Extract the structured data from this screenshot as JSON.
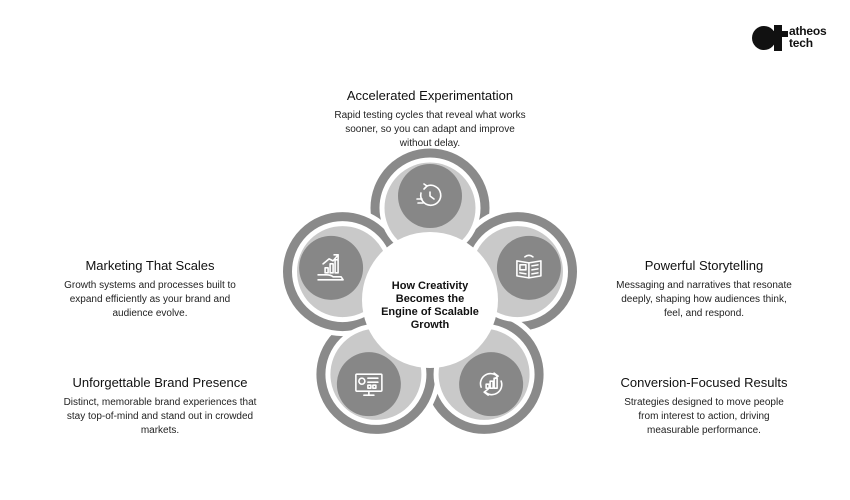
{
  "brand": {
    "line1": "atheos",
    "line2": "tech"
  },
  "center": {
    "title": "How Creativity Becomes the Engine of Scalable Growth"
  },
  "segments": [
    {
      "title": "Accelerated Experimentation",
      "description": "Rapid testing cycles that reveal what works sooner, so you can adapt and improve without delay.",
      "icon": "stopwatch-icon"
    },
    {
      "title": "Powerful Storytelling",
      "description": "Messaging and narratives that resonate deeply, shaping how audiences think, feel, and respond.",
      "icon": "book-icon"
    },
    {
      "title": "Conversion-Focused Results",
      "description": "Strategies designed to move people from interest to action, driving measurable performance.",
      "icon": "growth-cycle-icon"
    },
    {
      "title": "Unforgettable Brand Presence",
      "description": "Distinct, memorable brand experiences that stay top-of-mind and stand out in crowded markets.",
      "icon": "dashboard-monitor-icon"
    },
    {
      "title": "Marketing That Scales",
      "description": "Growth systems and processes built to expand efficiently as your brand and audience evolve.",
      "icon": "hand-growth-icon"
    }
  ],
  "colors": {
    "ring": "#8a8a8a",
    "inner": "#c9c9c9",
    "disc": "#878787",
    "icon_stroke": "#ffffff"
  }
}
